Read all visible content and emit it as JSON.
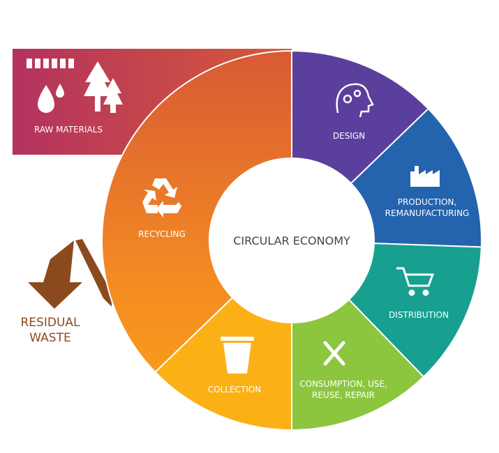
{
  "title": "CIRCULAR ECONOMY",
  "raw_materials": "RAW MATERIALS",
  "residual_waste": [
    "RESIDUAL",
    "WASTE"
  ],
  "segments": {
    "design": {
      "label": "DESIGN",
      "icon": "head-gears-icon",
      "color": "#5b3f9c"
    },
    "production": {
      "label1": "PRODUCTION,",
      "label2": "REMANUFACTURING",
      "icon": "factory-icon",
      "color": "#2463ad"
    },
    "distribution": {
      "label": "DISTRIBUTION",
      "icon": "shopping-cart-icon",
      "color": "#17a090"
    },
    "consumption": {
      "label1": "CONSUMPTION, USE,",
      "label2": "REUSE, REPAIR",
      "icon": "tools-icon",
      "color": "#8cc63f"
    },
    "collection": {
      "label": "COLLECTION",
      "icon": "recycle-bin-icon",
      "color": "#fbb016"
    },
    "recycling": {
      "label": "RECYCLING",
      "icon": "recycle-icon",
      "color": "#f07f22"
    }
  },
  "colors": {
    "raw_start": "#b3325f",
    "raw_end": "#d65a36",
    "waste": "#8b4a1e"
  }
}
